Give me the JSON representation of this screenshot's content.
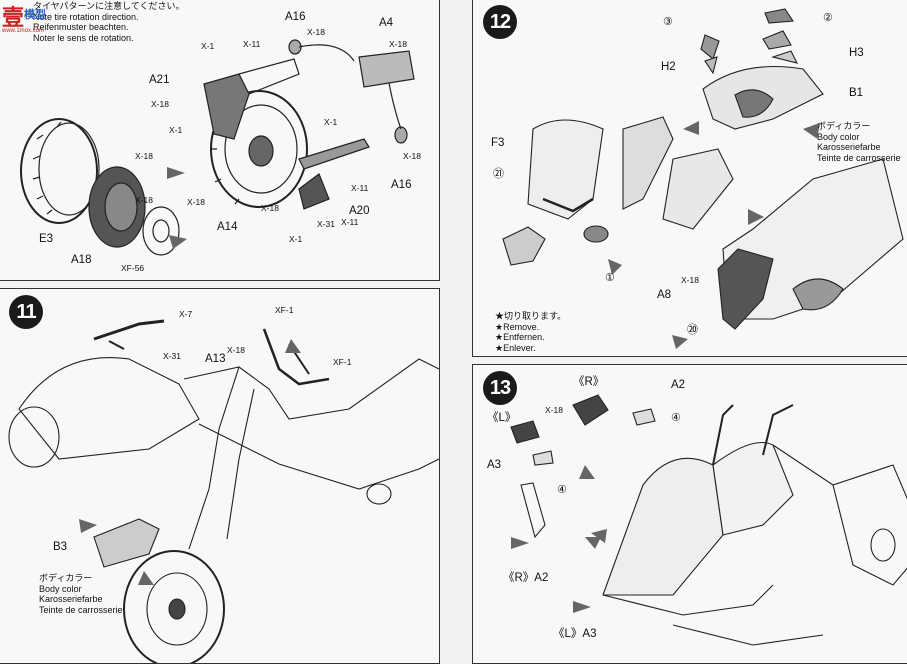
{
  "header_notes": [
    "タイヤパターンに注意してください。",
    "Note tire rotation direction.",
    "Reifenmuster beachten.",
    "Noter le sens de rotation."
  ],
  "watermark": {
    "glyph": "壹",
    "line1": "模型",
    "line2": "www.1mox.com"
  },
  "step10": {
    "labels": {
      "A16_top": "A16",
      "A4": "A4",
      "A21": "A21",
      "E3": "E3",
      "A18": "A18",
      "A14": "A14",
      "A20": "A20",
      "A16_right": "A16"
    },
    "codes": [
      "X-1",
      "X-11",
      "X-18",
      "X-18",
      "X-18",
      "X-1",
      "X-1",
      "X-11",
      "X-18",
      "X-18",
      "X-18",
      "X-18",
      "X-31",
      "X-1",
      "X-11",
      "X-18",
      "XF-56"
    ]
  },
  "step11": {
    "number": "11",
    "labels": {
      "A13": "A13",
      "B3": "B3"
    },
    "codes": [
      "X-7",
      "X-31",
      "XF-1",
      "X-18",
      "XF-1"
    ],
    "paint_notes": [
      "ボディカラー",
      "Body color",
      "Karosseriefarbe",
      "Teinte de carrosserie"
    ]
  },
  "step12": {
    "number": "12",
    "labels": {
      "H2": "H2",
      "H3": "H3",
      "B1": "B1",
      "F3": "F3",
      "A8": "A8"
    },
    "circled": [
      "③",
      "②",
      "㉑",
      "①",
      "⑳"
    ],
    "codes": [
      "X-18"
    ],
    "paint_notes": [
      "ボディカラー",
      "Body color",
      "Karosseriefarbe",
      "Teinte de carrosserie"
    ],
    "cut_notes": [
      "★切り取ります。",
      "★Remove.",
      "★Entfernen.",
      "★Enlever."
    ]
  },
  "step13": {
    "number": "13",
    "labels": {
      "R_top": "《R》",
      "A2_top": "A2",
      "L_top": "《L》",
      "A3_top": "A3",
      "R_bottom": "《R》A2",
      "L_bottom": "《L》A3"
    },
    "circled": [
      "④",
      "④"
    ],
    "codes": [
      "X-18"
    ]
  }
}
